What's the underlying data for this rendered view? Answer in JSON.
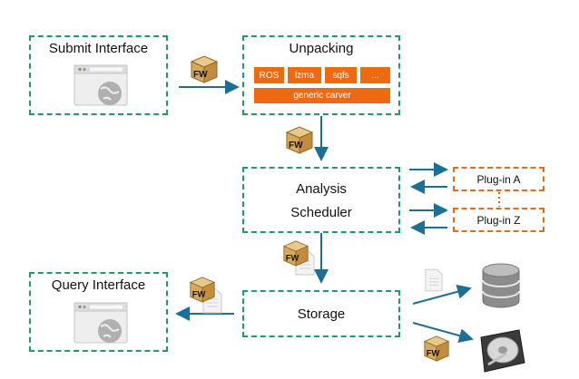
{
  "submit_interface": {
    "title": "Submit Interface"
  },
  "query_interface": {
    "title": "Query Interface"
  },
  "unpacking": {
    "title": "Unpacking",
    "formats": [
      "ROS",
      "lzma",
      "sqfs",
      "..."
    ],
    "carver": "generic carver"
  },
  "analysis": {
    "line1": "Analysis",
    "line2": "Scheduler"
  },
  "storage": {
    "title": "Storage"
  },
  "plugins": {
    "a": "Plug-in A",
    "z": "Plug-in Z"
  },
  "firmware_label": "FW",
  "colors": {
    "dashed_box": "#1f9a6a",
    "accent_orange": "#ee6a10",
    "arrow": "#1d6f96"
  },
  "icons": [
    "browser-window-icon",
    "firmware-package-icon",
    "report-document-icon",
    "database-icon",
    "hard-drive-icon"
  ]
}
